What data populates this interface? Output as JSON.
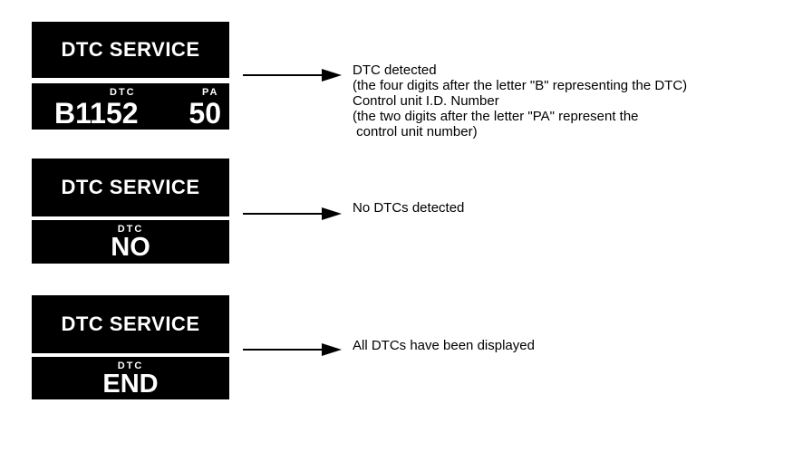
{
  "colors": {
    "page_bg": "#ffffff",
    "screen_bg": "#000000",
    "screen_text": "#ffffff",
    "annotation_text": "#000000",
    "arrow": "#000000"
  },
  "units": [
    {
      "screen_title": "DTC SERVICE",
      "dtc_label": "DTC",
      "dtc_code": "B1152",
      "pa_label": "PA",
      "pa_value": "50",
      "annotation_lines": [
        "DTC detected",
        "(the four digits after the letter \"B\" representing the DTC)",
        "Control unit I.D. Number",
        "(the two digits after the letter \"PA\" represent the",
        " control unit number)"
      ]
    },
    {
      "screen_title": "DTC SERVICE",
      "dtc_label": "DTC",
      "value": "NO",
      "annotation_lines": [
        "No DTCs detected"
      ]
    },
    {
      "screen_title": "DTC SERVICE",
      "dtc_label": "DTC",
      "value": "END",
      "annotation_lines": [
        "All DTCs have been displayed"
      ]
    }
  ]
}
